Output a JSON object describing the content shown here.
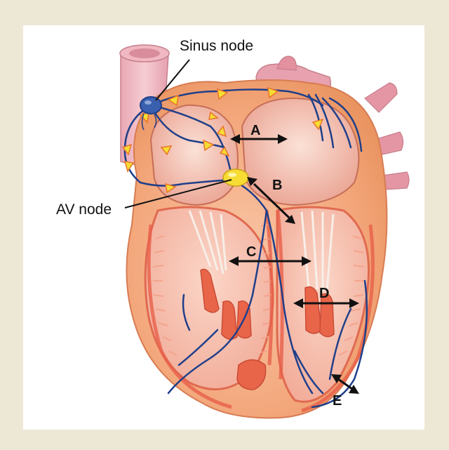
{
  "labels": {
    "sinus_node": "Sinus node",
    "av_node": "AV node",
    "a": "A",
    "b": "B",
    "c": "C",
    "d": "D",
    "e": "E"
  },
  "colors": {
    "background": "#ede8d6",
    "panel": "#ffffff",
    "myocardium": "#e8604a",
    "wall_light": "#f6c9bd",
    "chamber_pink": "#f3b8a8",
    "conduction": "#1f3f8a",
    "arrow_yellow": "#f7dc34",
    "arrow_orange": "#e9742a"
  }
}
